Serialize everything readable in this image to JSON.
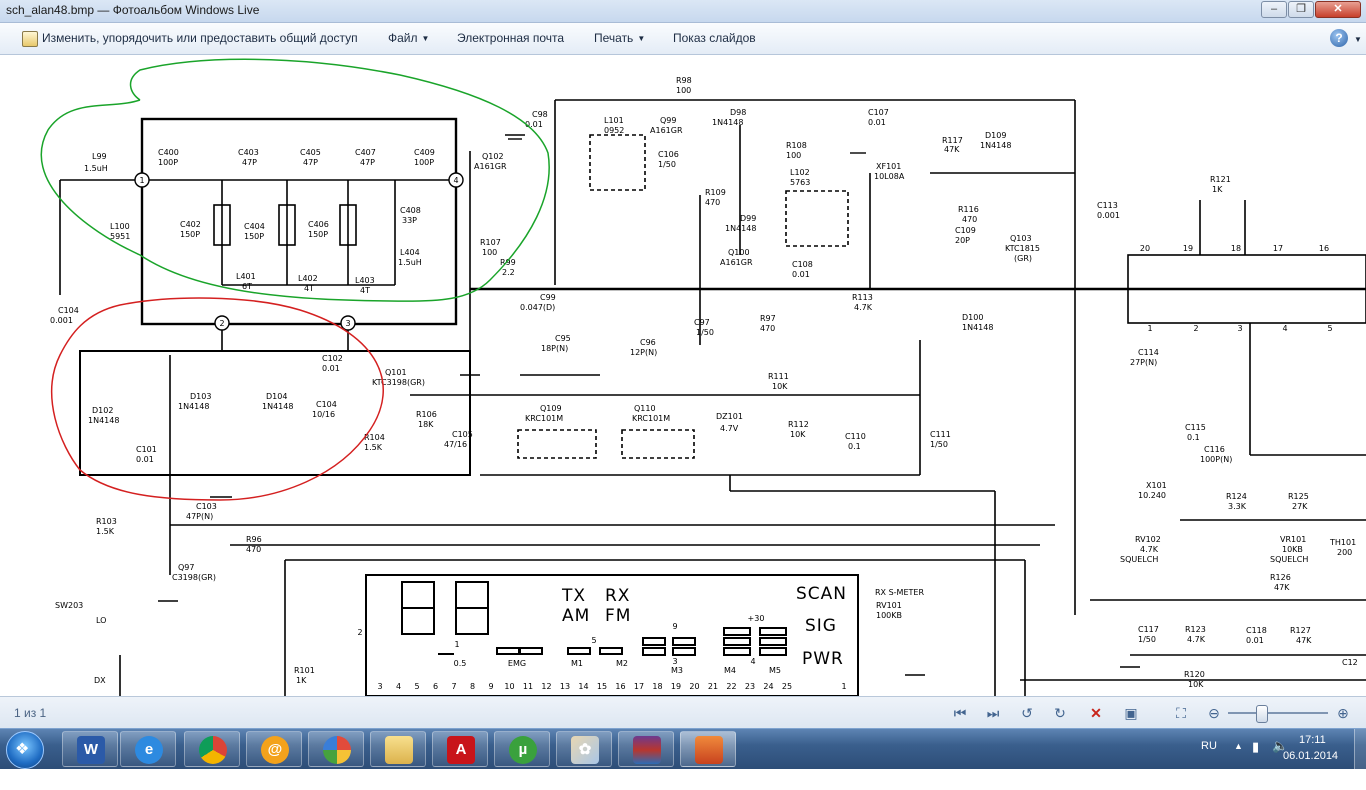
{
  "window": {
    "title": "sch_alan48.bmp — Фотоальбом Windows Live"
  },
  "menu": {
    "organize": "Изменить, упорядочить или предоставить общий доступ",
    "file": "Файл",
    "email": "Электронная почта",
    "print": "Печать",
    "slideshow": "Показ слайдов",
    "help": "?"
  },
  "schematic": {
    "parts": {
      "r98": "R98",
      "r98v": "100",
      "c98": "C98",
      "c98v": "0.01",
      "l101": "L101",
      "l101v": "0952",
      "q99": "Q99",
      "q99v": "A161GR",
      "d98": "D98",
      "d98v": "1N4148",
      "c107": "C107",
      "c107v": "0.01",
      "r117": "R117",
      "r117v": "47K",
      "d109": "D109",
      "d109v": "1N4148",
      "r108": "R108",
      "r108v": "100",
      "l99": "L99",
      "l99v": "1.5uH",
      "c400": "C400",
      "c400v": "100P",
      "c403": "C403",
      "c403v": "47P",
      "c405": "C405",
      "c405v": "47P",
      "c407": "C407",
      "c407v": "47P",
      "c409": "C409",
      "c409v": "100P",
      "q102": "Q102",
      "q102v": "A161GR",
      "c106": "C106",
      "c106v": "1/50",
      "r109": "R109",
      "r109v": "470",
      "l102": "L102",
      "l102v": "5763",
      "xf101": "XF101",
      "xf101v": "10L08A",
      "c113": "C113",
      "c113v": "0.001",
      "r121": "R121",
      "r121v": "1K",
      "c402": "C402",
      "c402v": "150P",
      "c404": "C404",
      "c404v": "150P",
      "c406": "C406",
      "c406v": "150P",
      "c408": "C408",
      "c408v": "33P",
      "l404": "L404",
      "l404v": "1.5uH",
      "d99": "D99",
      "d99v": "1N4148",
      "r116": "R116",
      "r116v": "470",
      "c109": "C109",
      "c109v": "20P",
      "q103": "Q103",
      "q103v": "KTC1815",
      "q103g": "(GR)",
      "l100": "L100",
      "l100v": "5951",
      "l401": "L401",
      "l401v": "6T",
      "l402": "L402",
      "l402v": "4T",
      "l403": "L403",
      "l403v": "4T",
      "r107": "R107",
      "r107v": "100",
      "r99": "R99",
      "r99v": "2.2",
      "q100": "Q100",
      "q100v": "A161GR",
      "c108": "C108",
      "c108v": "0.01",
      "c104a": "C104",
      "c104av": "0.001",
      "c99": "C99",
      "c99v": "0.047(D)",
      "r113": "R113",
      "r113v": "4.7K",
      "d100": "D100",
      "d100v": "1N4148",
      "c97": "C97",
      "c97v": "1/50",
      "r97": "R97",
      "r97v": "470",
      "c95": "C95",
      "c95v": "18P(N)",
      "c96": "C96",
      "c96v": "12P(N)",
      "c102": "C102",
      "c102v": "0.01",
      "q101": "Q101",
      "q101v": "KTC3198(GR)",
      "c114": "C114",
      "c114v": "27P(N)",
      "d102": "D102",
      "d102v": "1N4148",
      "d103": "D103",
      "d103v": "1N4148",
      "d104": "D104",
      "d104v": "1N4148",
      "c104b": "C104",
      "c104bv": "10/16",
      "r111": "R111",
      "r111v": "10K",
      "dz101": "DZ101",
      "dz101v": "4.7V",
      "r106": "R106",
      "r106v": "18K",
      "q109": "Q109",
      "q109v": "KRC101M",
      "q110": "Q110",
      "q110v": "KRC101M",
      "r112": "R112",
      "r112v": "10K",
      "c110": "C110",
      "c110v": "0.1",
      "c111": "C111",
      "c111v": "1/50",
      "c115": "C115",
      "c115v": "0.1",
      "c101": "C101",
      "c101v": "0.01",
      "r104": "R104",
      "r104v": "1.5K",
      "c105": "C105",
      "c105v": "47/16",
      "c116": "C116",
      "c116v": "100P(N)",
      "x101": "X101",
      "x101v": "10.240",
      "r124": "R124",
      "r124v": "3.3K",
      "r125": "R125",
      "r125v": "27K",
      "c103": "C103",
      "c103v": "47P(N)",
      "r103": "R103",
      "r103v": "1.5K",
      "r96": "R96",
      "r96v": "470",
      "rv102": "RV102",
      "rv102v": "4.7K",
      "rv102s": "SQUELCH",
      "vr101": "VR101",
      "vr101v": "10KB",
      "vr101s": "SQUELCH",
      "th101": "TH101",
      "th101v": "200",
      "q97": "Q97",
      "q97v": "C3198(GR)",
      "r126": "R126",
      "r126v": "47K",
      "sw203": "SW203",
      "lo": "LO",
      "dx": "DX",
      "rxs": "RX S-METER",
      "rv101": "RV101",
      "rv101v": "100KB",
      "c117": "C117",
      "c117v": "1/50",
      "r123": "R123",
      "r123v": "4.7K",
      "c118": "C118",
      "c118v": "0.01",
      "r127": "R127",
      "r127v": "47K",
      "r101": "R101",
      "r101v": "1K",
      "r120": "R120",
      "r120v": "10K",
      "c12x": "C12"
    },
    "nodes": [
      "1",
      "2",
      "3",
      "4"
    ],
    "ic_pins_top": [
      "20",
      "19",
      "18",
      "17",
      "16"
    ],
    "ic_pins_bottom": [
      "1",
      "2",
      "3",
      "4",
      "5"
    ],
    "lcd": {
      "tx": "TX",
      "rx": "RX",
      "am": "AM",
      "fm": "FM",
      "scan": "SCAN",
      "sig": "SIG",
      "pwr": "PWR",
      "seg_labels": [
        "1",
        "0.5",
        "EMG",
        "5",
        "M1",
        "M2",
        "9",
        "3",
        "M3",
        "+30",
        "M4",
        "4",
        "M5"
      ],
      "pins": [
        "3",
        "4",
        "5",
        "6",
        "7",
        "8",
        "9",
        "10",
        "11",
        "12",
        "13",
        "14",
        "15",
        "16",
        "17",
        "18",
        "19",
        "20",
        "21",
        "22",
        "23",
        "24",
        "25"
      ],
      "pin_right": "1",
      "pin_left": "2"
    }
  },
  "status": {
    "counter": "1 из 1"
  },
  "taskbar": {
    "lang": "RU",
    "time": "17:11",
    "date": "06.01.2014",
    "apps": [
      "Word",
      "Internet Explorer",
      "Chrome",
      "Mail.Ru Агент",
      "Picasa",
      "Проводник",
      "Avira",
      "uTorrent",
      "Paint",
      "WinRAR",
      "Фотоальбом"
    ]
  }
}
